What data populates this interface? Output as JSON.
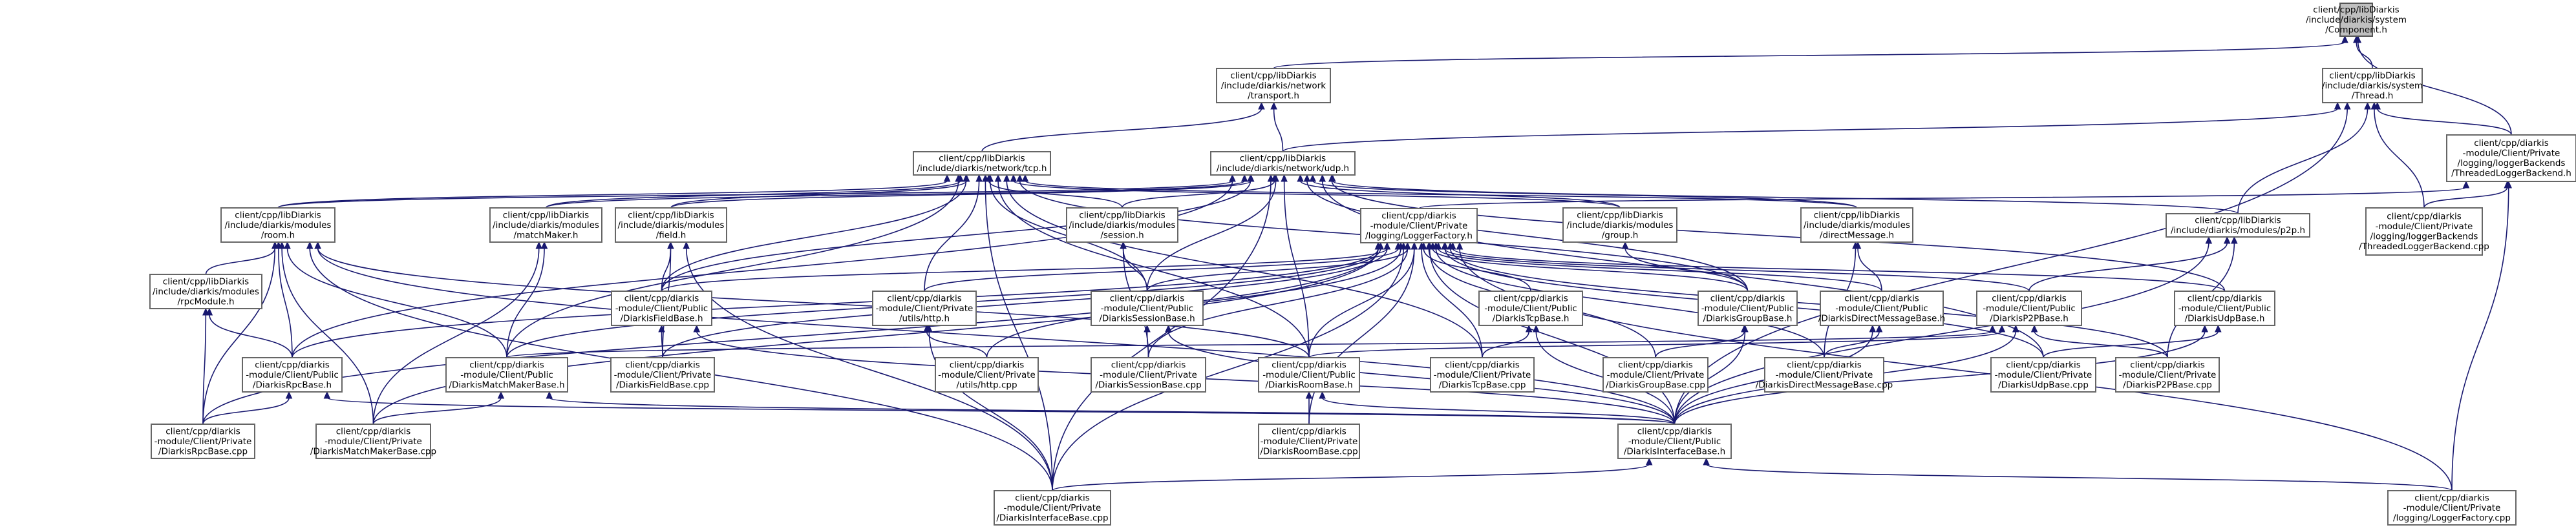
{
  "graph": {
    "nodes": [
      {
        "id": "component",
        "lines": [
          "client/cpp/libDiarkis",
          "/include/diarkis/system",
          "/Component.h"
        ],
        "root": true
      },
      {
        "id": "transport",
        "lines": [
          "client/cpp/libDiarkis",
          "/include/diarkis/network",
          "/transport.h"
        ]
      },
      {
        "id": "thread",
        "lines": [
          "client/cpp/libDiarkis",
          "/include/diarkis/system",
          "/Thread.h"
        ]
      },
      {
        "id": "tcp",
        "lines": [
          "client/cpp/libDiarkis",
          "/include/diarkis/network/tcp.h"
        ]
      },
      {
        "id": "udp",
        "lines": [
          "client/cpp/libDiarkis",
          "/include/diarkis/network/udp.h"
        ]
      },
      {
        "id": "tlbackend_h",
        "lines": [
          "client/cpp/diarkis",
          "-module/Client/Private",
          "/logging/loggerBackends",
          "/ThreadedLoggerBackend.h"
        ]
      },
      {
        "id": "room_h",
        "lines": [
          "client/cpp/libDiarkis",
          "/include/diarkis/modules",
          "/room.h"
        ]
      },
      {
        "id": "matchmaker_h",
        "lines": [
          "client/cpp/libDiarkis",
          "/include/diarkis/modules",
          "/matchMaker.h"
        ]
      },
      {
        "id": "field_h",
        "lines": [
          "client/cpp/libDiarkis",
          "/include/diarkis/modules",
          "/field.h"
        ]
      },
      {
        "id": "session_h",
        "lines": [
          "client/cpp/libDiarkis",
          "/include/diarkis/modules",
          "/session.h"
        ]
      },
      {
        "id": "loggerfactory_h",
        "lines": [
          "client/cpp/diarkis",
          "-module/Client/Private",
          "/logging/LoggerFactory.h"
        ]
      },
      {
        "id": "group_h",
        "lines": [
          "client/cpp/libDiarkis",
          "/include/diarkis/modules",
          "/group.h"
        ]
      },
      {
        "id": "dm_h",
        "lines": [
          "client/cpp/libDiarkis",
          "/include/diarkis/modules",
          "/directMessage.h"
        ]
      },
      {
        "id": "p2p_h",
        "lines": [
          "client/cpp/libDiarkis",
          "/include/diarkis/modules/p2p.h"
        ]
      },
      {
        "id": "tlbackend_cpp",
        "lines": [
          "client/cpp/diarkis",
          "-module/Client/Private",
          "/logging/loggerBackends",
          "/ThreadedLoggerBackend.cpp"
        ]
      },
      {
        "id": "rpcmodule_h",
        "lines": [
          "client/cpp/libDiarkis",
          "/include/diarkis/modules",
          "/rpcModule.h"
        ]
      },
      {
        "id": "fieldbase_h",
        "lines": [
          "client/cpp/diarkis",
          "-module/Client/Public",
          "/DiarkisFieldBase.h"
        ]
      },
      {
        "id": "http_h",
        "lines": [
          "client/cpp/diarkis",
          "-module/Client/Private",
          "/utils/http.h"
        ]
      },
      {
        "id": "sessionbase_h",
        "lines": [
          "client/cpp/diarkis",
          "-module/Client/Public",
          "/DiarkisSessionBase.h"
        ]
      },
      {
        "id": "tcpbase_h",
        "lines": [
          "client/cpp/diarkis",
          "-module/Client/Public",
          "/DiarkisTcpBase.h"
        ]
      },
      {
        "id": "groupbase_h",
        "lines": [
          "client/cpp/diarkis",
          "-module/Client/Public",
          "/DiarkisGroupBase.h"
        ]
      },
      {
        "id": "dmbase_h",
        "lines": [
          "client/cpp/diarkis",
          "-module/Client/Public",
          "/DiarkisDirectMessageBase.h"
        ]
      },
      {
        "id": "p2pbase_h",
        "lines": [
          "client/cpp/diarkis",
          "-module/Client/Public",
          "/DiarkisP2PBase.h"
        ]
      },
      {
        "id": "udpbase_h",
        "lines": [
          "client/cpp/diarkis",
          "-module/Client/Public",
          "/DiarkisUdpBase.h"
        ]
      },
      {
        "id": "rpcbase_h",
        "lines": [
          "client/cpp/diarkis",
          "-module/Client/Public",
          "/DiarkisRpcBase.h"
        ]
      },
      {
        "id": "mmbase_h",
        "lines": [
          "client/cpp/diarkis",
          "-module/Client/Public",
          "/DiarkisMatchMakerBase.h"
        ]
      },
      {
        "id": "fieldbase_cpp",
        "lines": [
          "client/cpp/diarkis",
          "-module/Client/Private",
          "/DiarkisFieldBase.cpp"
        ]
      },
      {
        "id": "http_cpp",
        "lines": [
          "client/cpp/diarkis",
          "-module/Client/Private",
          "/utils/http.cpp"
        ]
      },
      {
        "id": "sessionbase_cpp",
        "lines": [
          "client/cpp/diarkis",
          "-module/Client/Private",
          "/DiarkisSessionBase.cpp"
        ]
      },
      {
        "id": "roombase_h",
        "lines": [
          "client/cpp/diarkis",
          "-module/Client/Public",
          "/DiarkisRoomBase.h"
        ]
      },
      {
        "id": "tcpbase_cpp",
        "lines": [
          "client/cpp/diarkis",
          "-module/Client/Private",
          "/DiarkisTcpBase.cpp"
        ]
      },
      {
        "id": "groupbase_cpp",
        "lines": [
          "client/cpp/diarkis",
          "-module/Client/Private",
          "/DiarkisGroupBase.cpp"
        ]
      },
      {
        "id": "dmbase_cpp",
        "lines": [
          "client/cpp/diarkis",
          "-module/Client/Private",
          "/DiarkisDirectMessageBase.cpp"
        ]
      },
      {
        "id": "udpbase_cpp",
        "lines": [
          "client/cpp/diarkis",
          "-module/Client/Private",
          "/DiarkisUdpBase.cpp"
        ]
      },
      {
        "id": "p2pbase_cpp",
        "lines": [
          "client/cpp/diarkis",
          "-module/Client/Private",
          "/DiarkisP2PBase.cpp"
        ]
      },
      {
        "id": "rpcbase_cpp",
        "lines": [
          "client/cpp/diarkis",
          "-module/Client/Private",
          "/DiarkisRpcBase.cpp"
        ]
      },
      {
        "id": "mmbase_cpp",
        "lines": [
          "client/cpp/diarkis",
          "-module/Client/Private",
          "/DiarkisMatchMakerBase.cpp"
        ]
      },
      {
        "id": "roombase_cpp",
        "lines": [
          "client/cpp/diarkis",
          "-module/Client/Private",
          "/DiarkisRoomBase.cpp"
        ]
      },
      {
        "id": "ifbase_h",
        "lines": [
          "client/cpp/diarkis",
          "-module/Client/Public",
          "/DiarkisInterfaceBase.h"
        ]
      },
      {
        "id": "ifbase_cpp",
        "lines": [
          "client/cpp/diarkis",
          "-module/Client/Private",
          "/DiarkisInterfaceBase.cpp"
        ]
      },
      {
        "id": "loggerfactory_cpp",
        "lines": [
          "client/cpp/diarkis",
          "-module/Client/Private",
          "/logging/LoggerFactory.cpp"
        ]
      }
    ],
    "edges": [
      [
        "component",
        "transport"
      ],
      [
        "component",
        "thread"
      ],
      [
        "component",
        "tlbackend_h"
      ],
      [
        "transport",
        "tcp"
      ],
      [
        "transport",
        "udp"
      ],
      [
        "thread",
        "udp"
      ],
      [
        "thread",
        "tlbackend_h"
      ],
      [
        "thread",
        "tlbackend_cpp"
      ],
      [
        "thread",
        "p2p_h"
      ],
      [
        "thread",
        "ifbase_h"
      ],
      [
        "tcp",
        "room_h"
      ],
      [
        "tcp",
        "matchmaker_h"
      ],
      [
        "tcp",
        "field_h"
      ],
      [
        "tcp",
        "session_h"
      ],
      [
        "tcp",
        "group_h"
      ],
      [
        "tcp",
        "dm_h"
      ],
      [
        "tcp",
        "http_h"
      ],
      [
        "tcp",
        "fieldbase_h"
      ],
      [
        "tcp",
        "sessionbase_h"
      ],
      [
        "tcp",
        "groupbase_h"
      ],
      [
        "tcp",
        "roombase_h"
      ],
      [
        "tcp",
        "tcpbase_cpp"
      ],
      [
        "tcp",
        "mmbase_h"
      ],
      [
        "tcp",
        "ifbase_cpp"
      ],
      [
        "udp",
        "room_h"
      ],
      [
        "udp",
        "matchmaker_h"
      ],
      [
        "udp",
        "field_h"
      ],
      [
        "udp",
        "session_h"
      ],
      [
        "udp",
        "group_h"
      ],
      [
        "udp",
        "dm_h"
      ],
      [
        "udp",
        "p2p_h"
      ],
      [
        "udp",
        "fieldbase_h"
      ],
      [
        "udp",
        "sessionbase_h"
      ],
      [
        "udp",
        "groupbase_h"
      ],
      [
        "udp",
        "udpbase_h"
      ],
      [
        "udp",
        "roombase_h"
      ],
      [
        "udp",
        "udpbase_cpp"
      ],
      [
        "udp",
        "rpcbase_h"
      ],
      [
        "udp",
        "ifbase_cpp"
      ],
      [
        "tlbackend_h",
        "tlbackend_cpp"
      ],
      [
        "tlbackend_h",
        "loggerfactory_h"
      ],
      [
        "tlbackend_h",
        "loggerfactory_cpp"
      ],
      [
        "room_h",
        "rpcmodule_h"
      ],
      [
        "room_h",
        "rpcbase_h"
      ],
      [
        "room_h",
        "mmbase_h"
      ],
      [
        "room_h",
        "roombase_h"
      ],
      [
        "room_h",
        "rpcbase_cpp"
      ],
      [
        "room_h",
        "mmbase_cpp"
      ],
      [
        "room_h",
        "ifbase_cpp"
      ],
      [
        "room_h",
        "ifbase_h"
      ],
      [
        "matchmaker_h",
        "mmbase_h"
      ],
      [
        "matchmaker_h",
        "mmbase_cpp"
      ],
      [
        "field_h",
        "fieldbase_h"
      ],
      [
        "field_h",
        "fieldbase_cpp"
      ],
      [
        "field_h",
        "ifbase_cpp"
      ],
      [
        "session_h",
        "sessionbase_h"
      ],
      [
        "session_h",
        "sessionbase_cpp"
      ],
      [
        "group_h",
        "groupbase_h"
      ],
      [
        "dm_h",
        "dmbase_h"
      ],
      [
        "dm_h",
        "dmbase_cpp"
      ],
      [
        "p2p_h",
        "p2pbase_h"
      ],
      [
        "p2p_h",
        "p2pbase_cpp"
      ],
      [
        "p2p_h",
        "ifbase_h"
      ],
      [
        "rpcmodule_h",
        "rpcbase_h"
      ],
      [
        "rpcmodule_h",
        "rpcbase_cpp"
      ],
      [
        "loggerfactory_h",
        "fieldbase_h"
      ],
      [
        "loggerfactory_h",
        "http_h"
      ],
      [
        "loggerfactory_h",
        "sessionbase_h"
      ],
      [
        "loggerfactory_h",
        "tcpbase_h"
      ],
      [
        "loggerfactory_h",
        "groupbase_h"
      ],
      [
        "loggerfactory_h",
        "dmbase_h"
      ],
      [
        "loggerfactory_h",
        "p2pbase_h"
      ],
      [
        "loggerfactory_h",
        "udpbase_h"
      ],
      [
        "loggerfactory_h",
        "rpcbase_h"
      ],
      [
        "loggerfactory_h",
        "mmbase_h"
      ],
      [
        "loggerfactory_h",
        "fieldbase_cpp"
      ],
      [
        "loggerfactory_h",
        "http_cpp"
      ],
      [
        "loggerfactory_h",
        "sessionbase_cpp"
      ],
      [
        "loggerfactory_h",
        "roombase_h"
      ],
      [
        "loggerfactory_h",
        "tcpbase_cpp"
      ],
      [
        "loggerfactory_h",
        "groupbase_cpp"
      ],
      [
        "loggerfactory_h",
        "dmbase_cpp"
      ],
      [
        "loggerfactory_h",
        "udpbase_cpp"
      ],
      [
        "loggerfactory_h",
        "p2pbase_cpp"
      ],
      [
        "loggerfactory_h",
        "rpcbase_cpp"
      ],
      [
        "loggerfactory_h",
        "mmbase_cpp"
      ],
      [
        "loggerfactory_h",
        "roombase_cpp"
      ],
      [
        "loggerfactory_h",
        "ifbase_h"
      ],
      [
        "loggerfactory_h",
        "ifbase_cpp"
      ],
      [
        "loggerfactory_h",
        "loggerfactory_cpp"
      ],
      [
        "fieldbase_h",
        "fieldbase_cpp"
      ],
      [
        "fieldbase_h",
        "ifbase_h"
      ],
      [
        "http_h",
        "http_cpp"
      ],
      [
        "http_h",
        "ifbase_cpp"
      ],
      [
        "sessionbase_h",
        "sessionbase_cpp"
      ],
      [
        "sessionbase_h",
        "ifbase_h"
      ],
      [
        "tcpbase_h",
        "tcpbase_cpp"
      ],
      [
        "tcpbase_h",
        "ifbase_h"
      ],
      [
        "groupbase_h",
        "groupbase_cpp"
      ],
      [
        "groupbase_h",
        "ifbase_h"
      ],
      [
        "dmbase_h",
        "dmbase_cpp"
      ],
      [
        "dmbase_h",
        "ifbase_h"
      ],
      [
        "p2pbase_h",
        "p2pbase_cpp"
      ],
      [
        "p2pbase_h",
        "ifbase_h"
      ],
      [
        "p2pbase_h",
        "roombase_h"
      ],
      [
        "p2pbase_h",
        "mmbase_h"
      ],
      [
        "udpbase_h",
        "udpbase_cpp"
      ],
      [
        "udpbase_h",
        "ifbase_h"
      ],
      [
        "rpcbase_h",
        "rpcbase_cpp"
      ],
      [
        "rpcbase_h",
        "ifbase_h"
      ],
      [
        "mmbase_h",
        "mmbase_cpp"
      ],
      [
        "mmbase_h",
        "ifbase_h"
      ],
      [
        "roombase_h",
        "roombase_cpp"
      ],
      [
        "roombase_h",
        "ifbase_h"
      ],
      [
        "ifbase_h",
        "ifbase_cpp"
      ],
      [
        "ifbase_h",
        "loggerfactory_cpp"
      ]
    ]
  }
}
